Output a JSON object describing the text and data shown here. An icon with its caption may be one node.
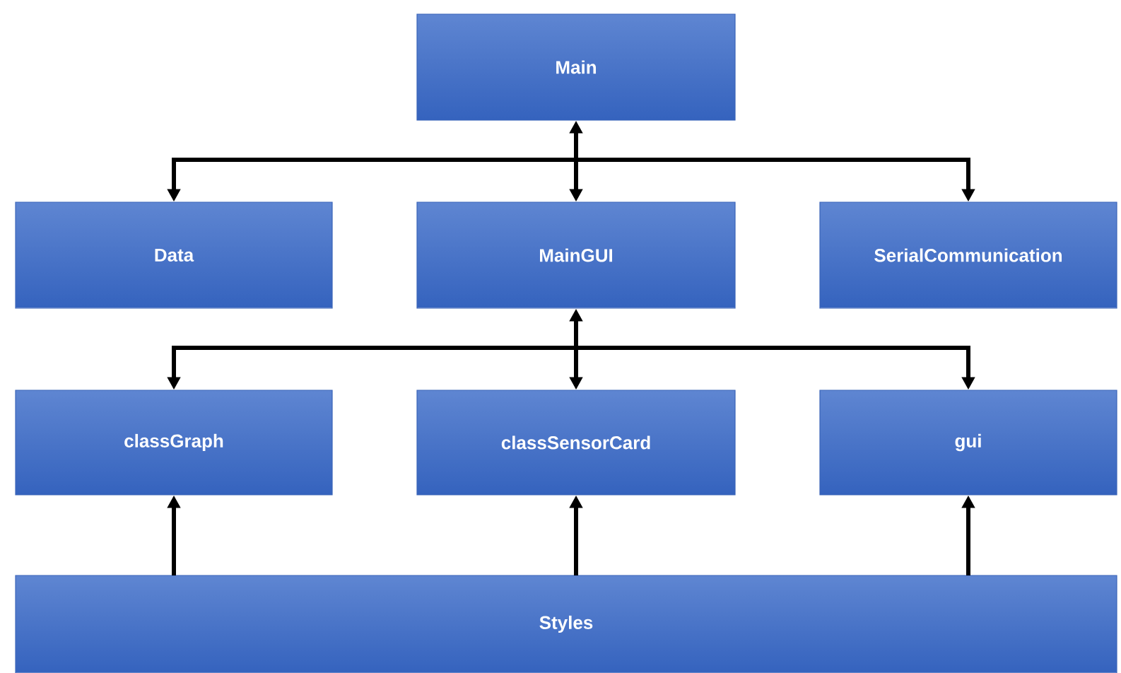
{
  "diagram": {
    "nodes": [
      {
        "text": [
          "Main"
        ]
      },
      {
        "text": [
          "Data"
        ]
      },
      {
        "text": [
          "MainGUI"
        ]
      },
      {
        "text": [
          "SerialCommunication"
        ]
      },
      {
        "text": [
          "classGraph"
        ]
      },
      {
        "text": [
          "classSensorCard"
        ]
      },
      {
        "text": [
          "gui"
        ]
      },
      {
        "text": [
          "Styles"
        ]
      }
    ],
    "edges": [
      {
        "from": 0,
        "to": 1,
        "arrow": "both"
      },
      {
        "from": 0,
        "to": 2,
        "arrow": "both"
      },
      {
        "from": 0,
        "to": 3,
        "arrow": "both"
      },
      {
        "from": 2,
        "to": 4,
        "arrow": "both"
      },
      {
        "from": 2,
        "to": 5,
        "arrow": "both"
      },
      {
        "from": 2,
        "to": 6,
        "arrow": "both"
      },
      {
        "from": 7,
        "to": 4,
        "arrow": "to"
      },
      {
        "from": 7,
        "to": 5,
        "arrow": "to"
      },
      {
        "from": 7,
        "to": 6,
        "arrow": "to"
      }
    ]
  }
}
